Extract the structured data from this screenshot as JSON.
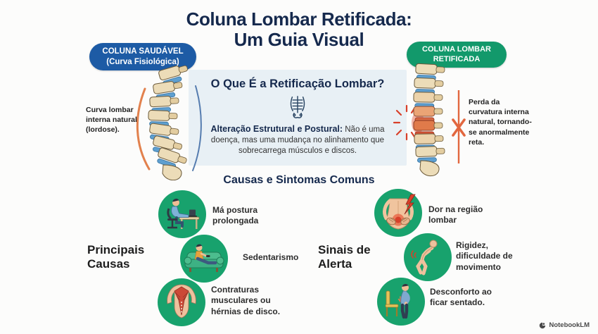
{
  "title": {
    "line1": "Coluna Lombar Retificada:",
    "line2": "Um Guia Visual"
  },
  "badges": {
    "healthy": {
      "line1": "COLUNA SAUDÁVEL",
      "line2": "(Curva Fisiológica)"
    },
    "rectified": {
      "line1": "COLUNA LOMBAR",
      "line2": "RETIFICADA"
    }
  },
  "info_box": {
    "heading": "O Que É a Retificação Lombar?",
    "body_bold": "Alteração Estrutural e Postural:",
    "body_text": "Não é uma doença, mas uma mudança no alinhamento que sobrecarrega músculos e discos."
  },
  "annotations": {
    "healthy_spine": "Curva lombar interna natural (lordose).",
    "rectified_spine": "Perda da curvatura interna natural, tornando-se anormalmente reta."
  },
  "section_heading": "Causas e Sintomas Comuns",
  "causes": {
    "heading": "Principais Causas",
    "items": [
      {
        "label": "Má postura prolongada",
        "icon": "person-at-desk-icon"
      },
      {
        "label": "Sedentarismo",
        "icon": "person-on-couch-icon"
      },
      {
        "label": "Contraturas musculares ou hérnias de disco.",
        "icon": "back-muscles-icon"
      }
    ]
  },
  "alerts": {
    "heading": "Sinais de Alerta",
    "items": [
      {
        "label": "Dor na região lombar",
        "icon": "back-pain-icon"
      },
      {
        "label": "Rigidez, dificuldade de movimento",
        "icon": "stooped-walking-icon"
      },
      {
        "label": "Desconforto ao ficar sentado.",
        "icon": "chair-discomfort-icon"
      }
    ]
  },
  "watermark": "NotebookLM",
  "colors": {
    "navy": "#15294d",
    "blue_badge": "#1d5ba5",
    "green_badge": "#12996b",
    "green_circle": "#18a26d",
    "info_box_bg": "#e8f0f5",
    "accent_orange": "#e2814d",
    "accent_red": "#d8402a"
  }
}
